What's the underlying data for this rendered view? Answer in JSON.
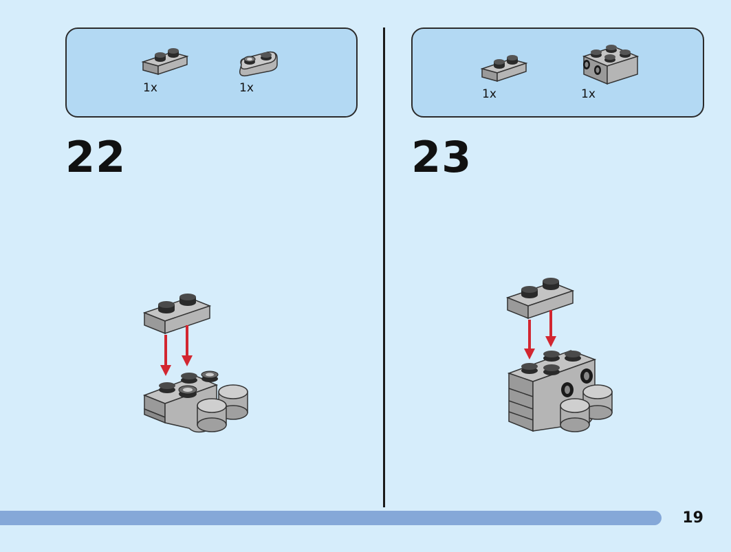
{
  "steps": [
    {
      "number": "22",
      "parts": [
        {
          "qty": "1x",
          "part": "plate-1x2"
        },
        {
          "qty": "1x",
          "part": "plate-1x2-rounded"
        }
      ]
    },
    {
      "number": "23",
      "parts": [
        {
          "qty": "1x",
          "part": "plate-1x2"
        },
        {
          "qty": "1x",
          "part": "brick-2x2-side-studs"
        }
      ]
    }
  ],
  "page": {
    "number": "19"
  },
  "colors": {
    "background": "#d6edfb",
    "parts_box": "#b3d9f3",
    "brick_gray": "#a9a9a9",
    "stud_dark": "#2a2a2a",
    "arrow_red": "#d22630",
    "progress": "#85a8d8"
  }
}
